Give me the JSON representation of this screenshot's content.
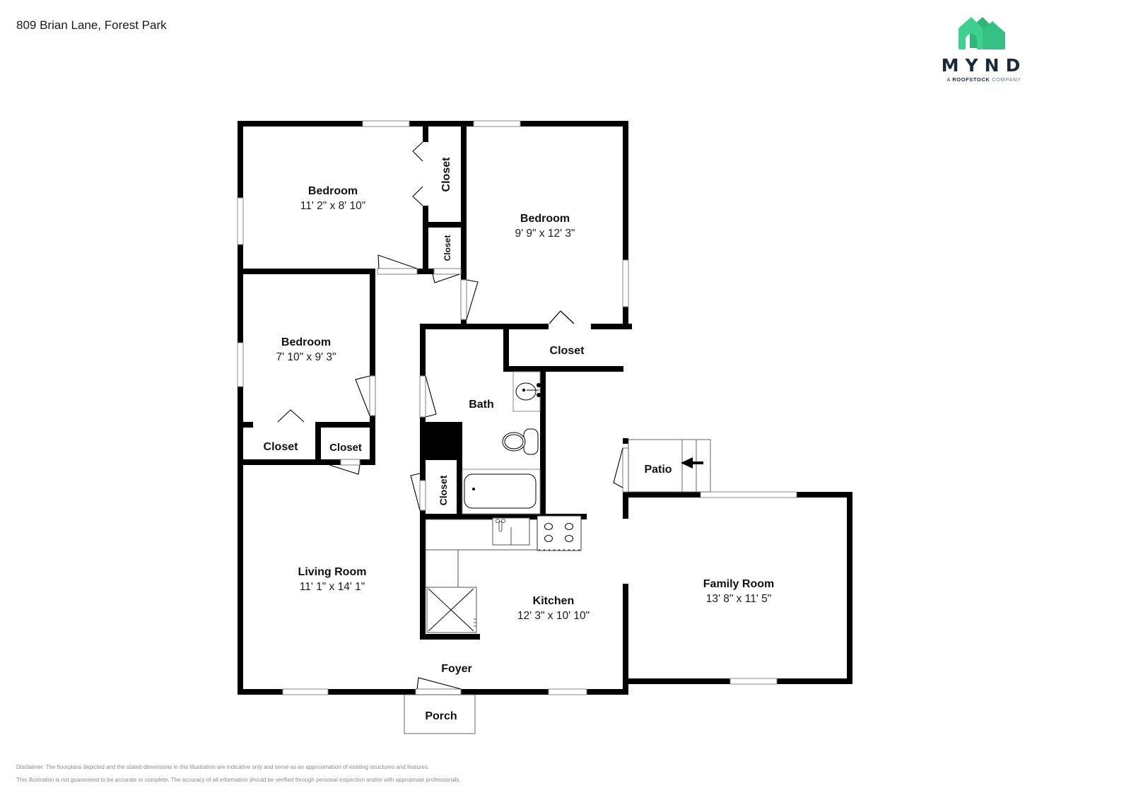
{
  "header": {
    "address": "809 Brian Lane, Forest Park"
  },
  "logo": {
    "brand": "MYND",
    "tagline_prefix": "A ",
    "tagline_bold": "ROOFSTOCK",
    "tagline_suffix": " COMPANY",
    "icon": "house-pair-icon",
    "colors": {
      "house_light": "#3fd08f",
      "house_dark": "#2eb67a",
      "text": "#1b2a38"
    }
  },
  "floorplan": {
    "rooms": [
      {
        "id": "bedroom-1",
        "name": "Bedroom",
        "dimensions": "11' 2\" x 8' 10\""
      },
      {
        "id": "bedroom-2",
        "name": "Bedroom",
        "dimensions": "9' 9\" x 12' 3\""
      },
      {
        "id": "bedroom-3",
        "name": "Bedroom",
        "dimensions": "7' 10\" x 9' 3\""
      },
      {
        "id": "living-room",
        "name": "Living Room",
        "dimensions": "11' 1\" x 14' 1\""
      },
      {
        "id": "kitchen",
        "name": "Kitchen",
        "dimensions": "12' 3\" x 10' 10\""
      },
      {
        "id": "family-room",
        "name": "Family Room",
        "dimensions": "13' 8\" x 11' 5\""
      }
    ],
    "spaces": [
      {
        "id": "bath",
        "name": "Bath"
      },
      {
        "id": "foyer",
        "name": "Foyer"
      },
      {
        "id": "porch",
        "name": "Porch"
      },
      {
        "id": "patio",
        "name": "Patio"
      },
      {
        "id": "closet-bed1-tall",
        "name": "Closet"
      },
      {
        "id": "closet-bed1-small",
        "name": "Closet"
      },
      {
        "id": "closet-bed2",
        "name": "Closet"
      },
      {
        "id": "closet-bed3-left",
        "name": "Closet"
      },
      {
        "id": "closet-bed3-right",
        "name": "Closet"
      },
      {
        "id": "closet-hall",
        "name": "Closet"
      }
    ]
  },
  "footer": {
    "disclaimer_line1": "Disclaimer: The floorplans depicted and the stated dimensions in this illustration are indicative only and serve as an approximation of existing structures and features.",
    "disclaimer_line2": "This illustration is not guaranteed to be accurate or complete. The accuracy of all information should be verified through personal inspection and/or with appropriate professionals."
  }
}
